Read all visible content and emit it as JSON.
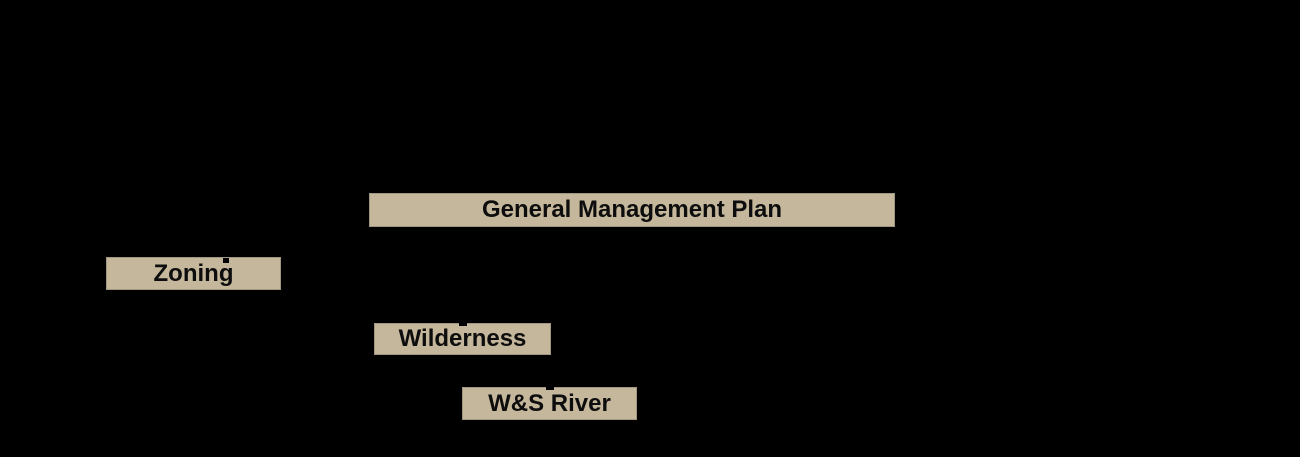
{
  "figure": {
    "background_color": "#000000",
    "bar_fill_color": "#c5b79b",
    "bar_border_color": "#a09681",
    "bar_text_color": "#0d0d0d",
    "tick_color": "#000000",
    "bars": [
      {
        "id": "general-management-plan",
        "label": "General Management Plan"
      },
      {
        "id": "zoning",
        "label": "Zoning"
      },
      {
        "id": "wilderness",
        "label": "Wilderness"
      },
      {
        "id": "ws-river",
        "label": "W&S River"
      }
    ]
  }
}
